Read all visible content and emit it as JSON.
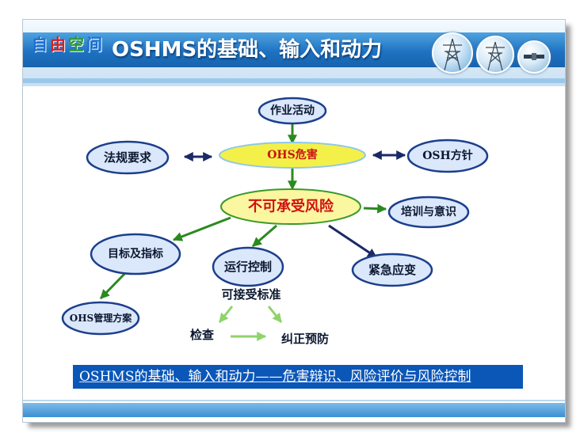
{
  "header": {
    "logo_chars": [
      "自",
      "由",
      "空",
      "间"
    ],
    "logo_colors": [
      "#1d6fd0",
      "#d82020",
      "#2a9a2a",
      "#1d6fd0"
    ],
    "title": "OSHMS的基础、输入和动力",
    "band_color": "#1e72c2",
    "orb_icons": [
      "power-tower-photo-icon",
      "power-tower-photo-icon",
      "satellite-icon"
    ]
  },
  "nodes": {
    "activity": "作业活动",
    "regulations": "法规要求",
    "hazard": "OHS危害",
    "policy": "OSH方针",
    "risk": "不可承受风险",
    "training": "培训与意识",
    "objectives": "目标及指标",
    "operation": "运行控制",
    "emergency": "紧急应变",
    "program": "OHS管理方案"
  },
  "labels": {
    "acceptable": "可接受标准",
    "check": "检查",
    "correct": "纠正预防"
  },
  "colors": {
    "node_fill": "#dbe7fb",
    "node_stroke": "#1b3f8c",
    "hazard_fill": "#f4f04a",
    "hazard_text": "#c81414",
    "risk_fill": "#fbf6a0",
    "risk_text": "#d01010",
    "arrow_green": "#2b8a1f",
    "arrow_navy": "#1a2a66",
    "light_green": "#8ed46a"
  },
  "footer": {
    "text": "OSHMS的基础、输入和动力——危害辩识、风险评价与风险控制"
  }
}
